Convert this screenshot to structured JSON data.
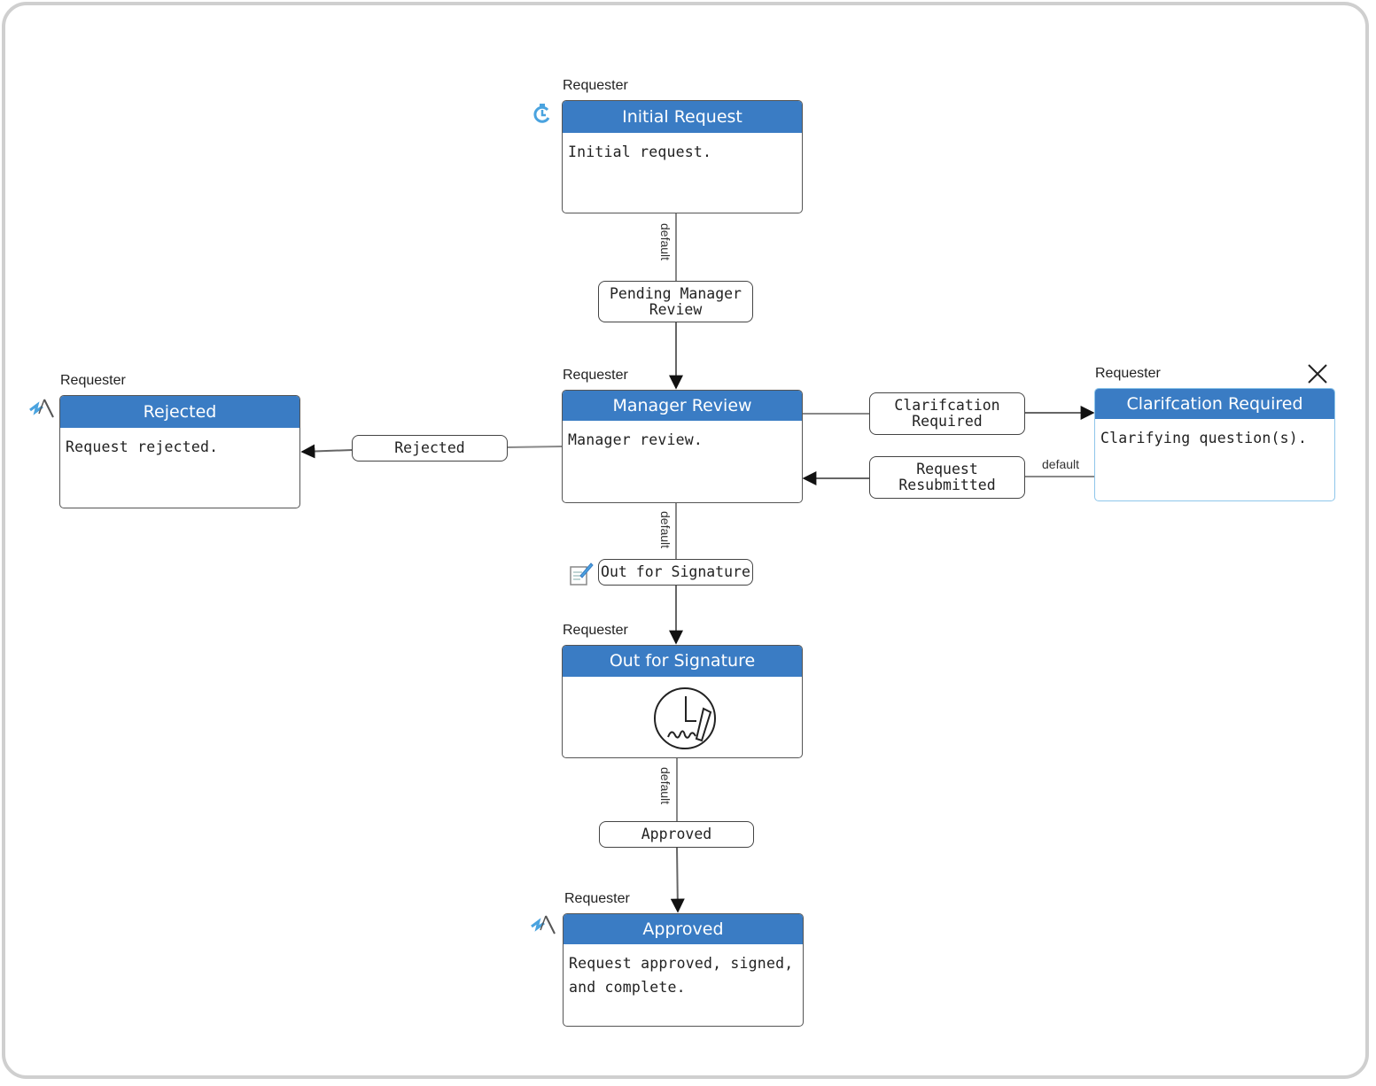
{
  "colors": {
    "header_blue": "#3a7cc4",
    "selected_border": "#8ec6ea",
    "icon_blue": "#4aa3df"
  },
  "nodes": {
    "initial_request": {
      "role": "Requester",
      "title": "Initial Request",
      "description": "Initial request."
    },
    "manager_review": {
      "role": "Requester",
      "title": "Manager Review",
      "description": "Manager review."
    },
    "rejected": {
      "role": "Requester",
      "title": "Rejected",
      "description": "Request rejected."
    },
    "clarification": {
      "role": "Requester",
      "title": "Clarifcation Required",
      "description": "Clarifying question(s)."
    },
    "signature": {
      "role": "Requester",
      "title": "Out for Signature",
      "icon": "clock-signature-icon"
    },
    "approved": {
      "role": "Requester",
      "title": "Approved",
      "description_line1": "Request approved, signed,",
      "description_line2": "and complete."
    }
  },
  "transitions": {
    "pending_manager_review": {
      "line1": "Pending Manager",
      "line2": "Review"
    },
    "rejected": {
      "label": "Rejected"
    },
    "clarification_required": {
      "line1": "Clarifcation",
      "line2": "Required"
    },
    "request_resubmitted": {
      "line1": "Request",
      "line2": "Resubmitted"
    },
    "out_for_signature": {
      "label": "Out for Signature"
    },
    "approved": {
      "label": "Approved"
    }
  },
  "edge_labels": {
    "default": "default"
  },
  "icons": [
    "start-icon",
    "end-icon",
    "close-icon",
    "document-edit-icon",
    "clock-signature-icon"
  ]
}
